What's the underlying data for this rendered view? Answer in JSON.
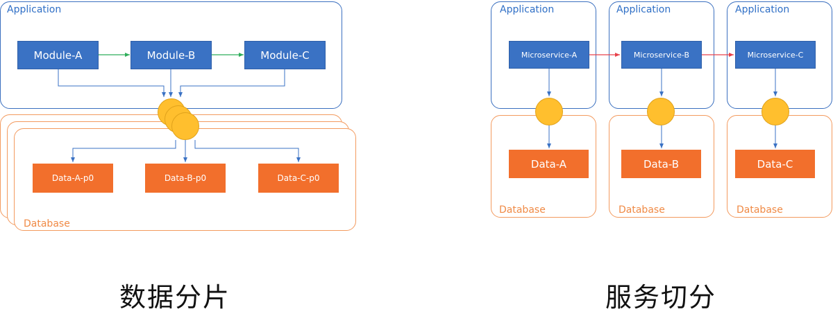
{
  "left": {
    "application_label": "Application",
    "database_label": "Database",
    "modules": [
      "Module-A",
      "Module-B",
      "Module-C"
    ],
    "data": [
      "Data-A-p0",
      "Data-B-p0",
      "Data-C-p0"
    ],
    "caption": "数据分片"
  },
  "right": {
    "columns": [
      {
        "application_label": "Application",
        "service": "Microservice-A",
        "data": "Data-A",
        "database_label": "Database"
      },
      {
        "application_label": "Application",
        "service": "Microservice-B",
        "data": "Data-B",
        "database_label": "Database"
      },
      {
        "application_label": "Application",
        "service": "Microservice-C",
        "data": "Data-C",
        "database_label": "Database"
      }
    ],
    "caption": "服务切分"
  },
  "colors": {
    "module_blue": "#3a72c4",
    "data_orange": "#f26f2c",
    "connector_yellow": "#ffbf2e",
    "application_border": "#3a6fbf",
    "database_border": "#f39a5e",
    "green_arrow": "#2fae5a",
    "red_arrow": "#e8414a"
  }
}
